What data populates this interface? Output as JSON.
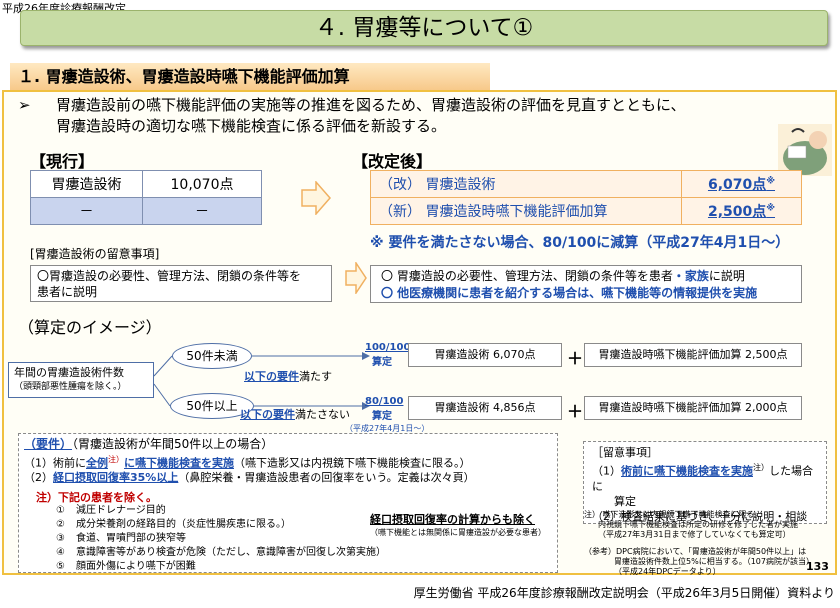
{
  "header": {
    "top_note": "平成26年度診療報酬改定",
    "title": "４. 胃瘻等について①"
  },
  "section": {
    "title": "１. 胃瘻造設術、胃瘻造設時嚥下機能評価加算"
  },
  "bullet": {
    "marker": "➢",
    "line1": "胃瘻造設前の嚥下機能評価の実施等の推進を図るため、胃瘻造設術の評価を見直すとともに、",
    "line2": "胃瘻造設時の適切な嚥下機能検査に係る評価を新設する。"
  },
  "current": {
    "heading": "【現行】",
    "rows": [
      {
        "name": "胃瘻造設術",
        "value": "10,070点"
      },
      {
        "name": "－",
        "value": "－"
      }
    ]
  },
  "revised": {
    "heading": "【改定後】",
    "rows": [
      {
        "label": "（改） 胃瘻造設術",
        "value": "6,070点",
        "mark": "※"
      },
      {
        "label": "（新） 胃瘻造設時嚥下機能評価加算",
        "value": "2,500点",
        "mark": "※"
      }
    ],
    "note": "※ 要件を満たさない場合、80/100に減算（平成27年4月1日～）"
  },
  "ryui_current": {
    "heading": "[胃瘻造設術の留意事項]",
    "text1": "〇胃瘻造設の必要性、管理方法、閉鎖の条件等を",
    "text2": "患者に説明"
  },
  "ryui_revised": {
    "line1_pre": "〇 胃瘻造設の必要性、管理方法、閉鎖の条件等を患者",
    "line1_blue": "・家族",
    "line1_post": "に説明",
    "line2": "〇 他医療機関に患者を紹介する場合は、嚥下機能等の情報提供を実施"
  },
  "santei": {
    "heading": "（算定のイメージ）",
    "left_box_line1": "年間の胃瘻造設術件数",
    "left_box_line2": "（頭頸部悪性腫瘍を除く。）",
    "oval1": "50件未満",
    "oval2": "50件以上",
    "branch1_under": "以下の要件",
    "branch1_rest": "満たす",
    "branch2_under": "以下の要件",
    "branch2_rest": "満たさない",
    "pct1": "100/100",
    "pct2": "80/100",
    "pct_word": "算定",
    "pct_note": "（平成27年4月1日～）",
    "box1": "胃瘻造設術 6,070点",
    "box2": "胃瘻造設時嚥下機能評価加算 2,500点",
    "box3": "胃瘻造設術 4,856点",
    "box4": "胃瘻造設時嚥下機能評価加算 2,000点",
    "plus": "＋"
  },
  "yoken": {
    "title_blue": "（要件）",
    "title_rest": "（胃瘻造設術が年間50件以上の場合）",
    "item1_pre": "（1）術前に",
    "item1_blue": "全例",
    "item1_sup": "注）",
    "item1_blue2": "に嚥下機能検査を実施",
    "item1_post": "（嚥下造影又は内視鏡下嚥下機能検査に限る。）",
    "item2_pre": "（2）",
    "item2_blue": "経口摂取回復率35%以上",
    "item2_post": "（鼻腔栄養・胃瘻造設患者の回復率をいう。定義は次々頁）",
    "chu": "注）下記の患者を除く。",
    "list": [
      {
        "n": "①",
        "text": "減圧ドレナージ目的"
      },
      {
        "n": "②",
        "text": "成分栄養剤の経路目的（炎症性腸疾患に限る。）"
      },
      {
        "n": "③",
        "text": "食道、胃噴門部の狭窄等"
      },
      {
        "n": "④",
        "text": "意識障害等があり検査が危険（ただし、意識障害が回復し次第実施）"
      },
      {
        "n": "⑤",
        "text": "顔面外傷により嚥下が困難"
      }
    ],
    "brace_title": "経口摂取回復率の計算からも除く",
    "brace_sub": "（嚥下機能とは無関係に胃瘻造設が必要な患者）"
  },
  "ryui_right": {
    "heading": "［留意事項］",
    "item1_pre": "（1）",
    "item1_blue": "術前に嚥下機能検査を実施",
    "item1_sup": "注）",
    "item1_post": "した場合に",
    "item1_line2": "算定",
    "item2": "（2）検査結果に基づき、十分に説明・相談",
    "chu1": "注） 嚥下造影又は内視鏡下嚥下機能検査に限る。",
    "chu2": "内視鏡下嚥下機能検査は所定の研修を修了した者が実施",
    "chu3": "（平成27年3月31日まで修了していなくても算定可）"
  },
  "sanko": {
    "line1": "（参考）DPC病院において、「胃瘻造設術が年間50件以上」は",
    "line2": "胃瘻造設術件数上位5%に相当する。（107病院が該当）",
    "line3": "（平成24年DPCデータより）"
  },
  "page_number": "133",
  "footer": "厚生労働省 平成26年度診療報酬改定説明会（平成26年3月5日開催）資料より",
  "colors": {
    "title_bg": "#c7dca5",
    "accent_blue": "#1f4fae",
    "accent_red": "#c00000",
    "frame": "#f0c040"
  }
}
